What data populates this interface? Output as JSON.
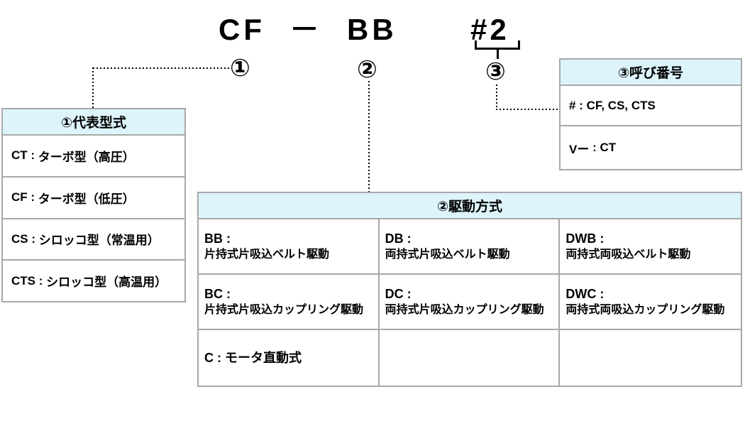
{
  "title": {
    "segment1": "CF",
    "separator": "－",
    "segment2": "BB",
    "segment3": "#2"
  },
  "markers": {
    "one": "①",
    "two": "②",
    "three": "③"
  },
  "colors": {
    "header_bg": "#ddf4fb",
    "table_border": "#a8a8a8",
    "line": "#000000",
    "text": "#000000"
  },
  "tables": {
    "model_type": {
      "header": "①代表型式",
      "rows": [
        {
          "code": "CT",
          "sep": " : ",
          "desc": "ターボ型（高圧）"
        },
        {
          "code": "CF",
          "sep": " : ",
          "desc": "ターボ型（低圧）"
        },
        {
          "code": "CS",
          "sep": " : ",
          "desc": "シロッコ型（常温用）"
        },
        {
          "code": "CTS",
          "sep": " : ",
          "desc": "シロッコ型（高温用）"
        }
      ]
    },
    "call_number": {
      "header": "③呼び番号",
      "rows": [
        {
          "code": "#",
          "sep": " : ",
          "desc": "CF, CS, CTS"
        },
        {
          "code": "Vー",
          "sep": " : ",
          "desc": "CT"
        }
      ]
    },
    "drive_type": {
      "header": "②駆動方式",
      "cells": [
        {
          "code": "BB :",
          "desc": "片持式片吸込ベルト駆動"
        },
        {
          "code": "DB :",
          "desc": "両持式片吸込ベルト駆動"
        },
        {
          "code": "DWB :",
          "desc": "両持式両吸込ベルト駆動"
        },
        {
          "code": "BC :",
          "desc": "片持式片吸込カップリング駆動"
        },
        {
          "code": "DC :",
          "desc": "両持式片吸込カップリング駆動"
        },
        {
          "code": "DWC :",
          "desc": "両持式両吸込カップリング駆動"
        },
        {
          "code": "C : モータ直動式",
          "desc": ""
        },
        {
          "code": "",
          "desc": ""
        },
        {
          "code": "",
          "desc": ""
        }
      ]
    }
  }
}
